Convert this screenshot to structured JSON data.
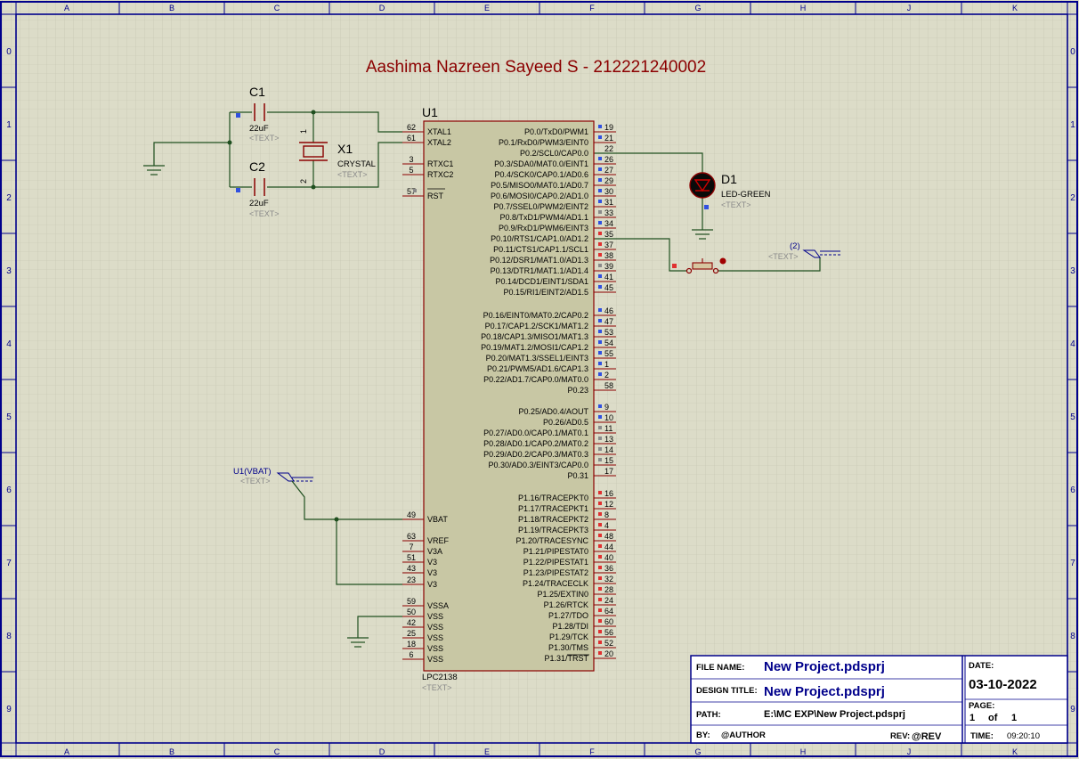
{
  "title": "Aashima Nazreen Sayeed S - 212221240002",
  "border": {
    "cols": [
      "A",
      "B",
      "C",
      "D",
      "E",
      "F",
      "G",
      "H",
      "J",
      "K"
    ],
    "rows": [
      "0",
      "1",
      "2",
      "3",
      "4",
      "5",
      "6",
      "7",
      "8",
      "9"
    ]
  },
  "capacitors": [
    {
      "ref": "C1",
      "value": "22uF",
      "text": "<TEXT>"
    },
    {
      "ref": "C2",
      "value": "22uF",
      "text": "<TEXT>"
    }
  ],
  "crystal": {
    "ref": "X1",
    "value": "CRYSTAL",
    "text": "<TEXT>",
    "pin1": "1",
    "pin2": "2"
  },
  "led": {
    "ref": "D1",
    "value": "LED-GREEN",
    "text": "<TEXT>"
  },
  "switch_terminal": {
    "label": "(2)",
    "text": "<TEXT>"
  },
  "vbat_terminal": {
    "label": "U1(VBAT)",
    "text": "<TEXT>"
  },
  "chip": {
    "ref": "U1",
    "part": "LPC2138",
    "text": "<TEXT>",
    "left_pins": [
      {
        "num": "62",
        "name": "XTAL1"
      },
      {
        "num": "61",
        "name": "XTAL2"
      },
      {
        "num": "3",
        "name": "RTXC1"
      },
      {
        "num": "5",
        "name": "RTXC2"
      },
      {
        "num": "57",
        "name": "RST"
      },
      {
        "num": "49",
        "name": "VBAT"
      },
      {
        "num": "63",
        "name": "VREF"
      },
      {
        "num": "7",
        "name": "V3A"
      },
      {
        "num": "51",
        "name": "V3"
      },
      {
        "num": "43",
        "name": "V3"
      },
      {
        "num": "23",
        "name": "V3"
      },
      {
        "num": "59",
        "name": "VSSA"
      },
      {
        "num": "50",
        "name": "VSS"
      },
      {
        "num": "42",
        "name": "VSS"
      },
      {
        "num": "25",
        "name": "VSS"
      },
      {
        "num": "18",
        "name": "VSS"
      },
      {
        "num": "6",
        "name": "VSS"
      }
    ],
    "right_pins": [
      {
        "num": "19",
        "name": "P0.0/TxD0/PWM1"
      },
      {
        "num": "21",
        "name": "P0.1/RxD0/PWM3/EINT0"
      },
      {
        "num": "22",
        "name": "P0.2/SCL0/CAP0.0"
      },
      {
        "num": "26",
        "name": "P0.3/SDA0/MAT0.0/EINT1"
      },
      {
        "num": "27",
        "name": "P0.4/SCK0/CAP0.1/AD0.6"
      },
      {
        "num": "29",
        "name": "P0.5/MISO0/MAT0.1/AD0.7"
      },
      {
        "num": "30",
        "name": "P0.6/MOSI0/CAP0.2/AD1.0"
      },
      {
        "num": "31",
        "name": "P0.7/SSEL0/PWM2/EINT2"
      },
      {
        "num": "33",
        "name": "P0.8/TxD1/PWM4/AD1.1"
      },
      {
        "num": "34",
        "name": "P0.9/RxD1/PWM6/EINT3"
      },
      {
        "num": "35",
        "name": "P0.10/RTS1/CAP1.0/AD1.2"
      },
      {
        "num": "37",
        "name": "P0.11/CTS1/CAP1.1/SCL1"
      },
      {
        "num": "38",
        "name": "P0.12/DSR1/MAT1.0/AD1.3"
      },
      {
        "num": "39",
        "name": "P0.13/DTR1/MAT1.1/AD1.4"
      },
      {
        "num": "41",
        "name": "P0.14/DCD1/EINT1/SDA1"
      },
      {
        "num": "45",
        "name": "P0.15/RI1/EINT2/AD1.5"
      },
      {
        "num": "46",
        "name": "P0.16/EINT0/MAT0.2/CAP0.2"
      },
      {
        "num": "47",
        "name": "P0.17/CAP1.2/SCK1/MAT1.2"
      },
      {
        "num": "53",
        "name": "P0.18/CAP1.3/MISO1/MAT1.3"
      },
      {
        "num": "54",
        "name": "P0.19/MAT1.2/MOSI1/CAP1.2"
      },
      {
        "num": "55",
        "name": "P0.20/MAT1.3/SSEL1/EINT3"
      },
      {
        "num": "1",
        "name": "P0.21/PWM5/AD1.6/CAP1.3"
      },
      {
        "num": "2",
        "name": "P0.22/AD1.7/CAP0.0/MAT0.0"
      },
      {
        "num": "58",
        "name": "P0.23"
      },
      {
        "num": "9",
        "name": "P0.25/AD0.4/AOUT"
      },
      {
        "num": "10",
        "name": "P0.26/AD0.5"
      },
      {
        "num": "11",
        "name": "P0.27/AD0.0/CAP0.1/MAT0.1"
      },
      {
        "num": "13",
        "name": "P0.28/AD0.1/CAP0.2/MAT0.2"
      },
      {
        "num": "14",
        "name": "P0.29/AD0.2/CAP0.3/MAT0.3"
      },
      {
        "num": "15",
        "name": "P0.30/AD0.3/EINT3/CAP0.0"
      },
      {
        "num": "17",
        "name": "P0.31"
      },
      {
        "num": "16",
        "name": "P1.16/TRACEPKT0"
      },
      {
        "num": "12",
        "name": "P1.17/TRACEPKT1"
      },
      {
        "num": "8",
        "name": "P1.18/TRACEPKT2"
      },
      {
        "num": "4",
        "name": "P1.19/TRACEPKT3"
      },
      {
        "num": "48",
        "name": "P1.20/TRACESYNC"
      },
      {
        "num": "44",
        "name": "P1.21/PIPESTAT0"
      },
      {
        "num": "40",
        "name": "P1.22/PIPESTAT1"
      },
      {
        "num": "36",
        "name": "P1.23/PIPESTAT2"
      },
      {
        "num": "32",
        "name": "P1.24/TRACECLK"
      },
      {
        "num": "28",
        "name": "P1.25/EXTIN0"
      },
      {
        "num": "24",
        "name": "P1.26/RTCK"
      },
      {
        "num": "64",
        "name": "P1.27/TDO"
      },
      {
        "num": "60",
        "name": "P1.28/TDI"
      },
      {
        "num": "56",
        "name": "P1.29/TCK"
      },
      {
        "num": "52",
        "name": "P1.30/TMS"
      },
      {
        "num": "20",
        "name": "P1.31/TRST"
      }
    ]
  },
  "title_block": {
    "file_name_label": "FILE NAME:",
    "file_name": "New Project.pdsprj",
    "design_title_label": "DESIGN TITLE:",
    "design_title": "New Project.pdsprj",
    "path_label": "PATH:",
    "path": "E:\\MC EXP\\New Project.pdsprj",
    "by_label": "BY:",
    "by": "@AUTHOR",
    "rev_label": "REV:",
    "rev": "@REV",
    "date_label": "DATE:",
    "date": "03-10-2022",
    "page_label": "PAGE:",
    "page_current": "1",
    "page_of": "of",
    "page_total": "1",
    "time_label": "TIME:",
    "time": "09:20:10"
  }
}
